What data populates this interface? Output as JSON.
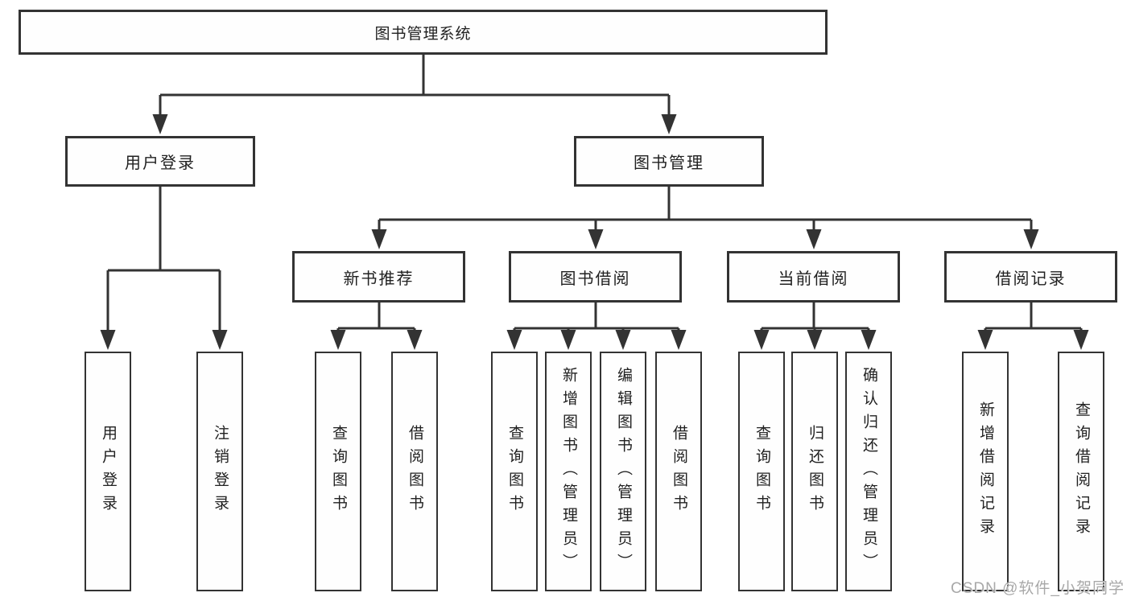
{
  "colors": {
    "line": "#333333",
    "text": "#212121",
    "box_fill": "#fefefe",
    "watermark": "#a8a8a8"
  },
  "tree": {
    "label": "图书管理系统",
    "children": [
      {
        "label": "用户登录",
        "children": [
          {
            "label": "用户登录"
          },
          {
            "label": "注销登录"
          }
        ]
      },
      {
        "label": "图书管理",
        "children": [
          {
            "label": "新书推荐",
            "children": [
              {
                "label": "查询图书"
              },
              {
                "label": "借阅图书"
              }
            ]
          },
          {
            "label": "图书借阅",
            "children": [
              {
                "label": "查询图书"
              },
              {
                "label": "新增图书（管理员）"
              },
              {
                "label": "编辑图书（管理员）"
              },
              {
                "label": "借阅图书"
              }
            ]
          },
          {
            "label": "当前借阅",
            "children": [
              {
                "label": "查询图书"
              },
              {
                "label": "归还图书"
              },
              {
                "label": "确认归还（管理员）"
              }
            ]
          },
          {
            "label": "借阅记录",
            "children": [
              {
                "label": "新增借阅记录"
              },
              {
                "label": "查询借阅记录"
              }
            ]
          }
        ]
      }
    ]
  },
  "watermark": {
    "text": "CSDN @软件_小贺同学"
  }
}
